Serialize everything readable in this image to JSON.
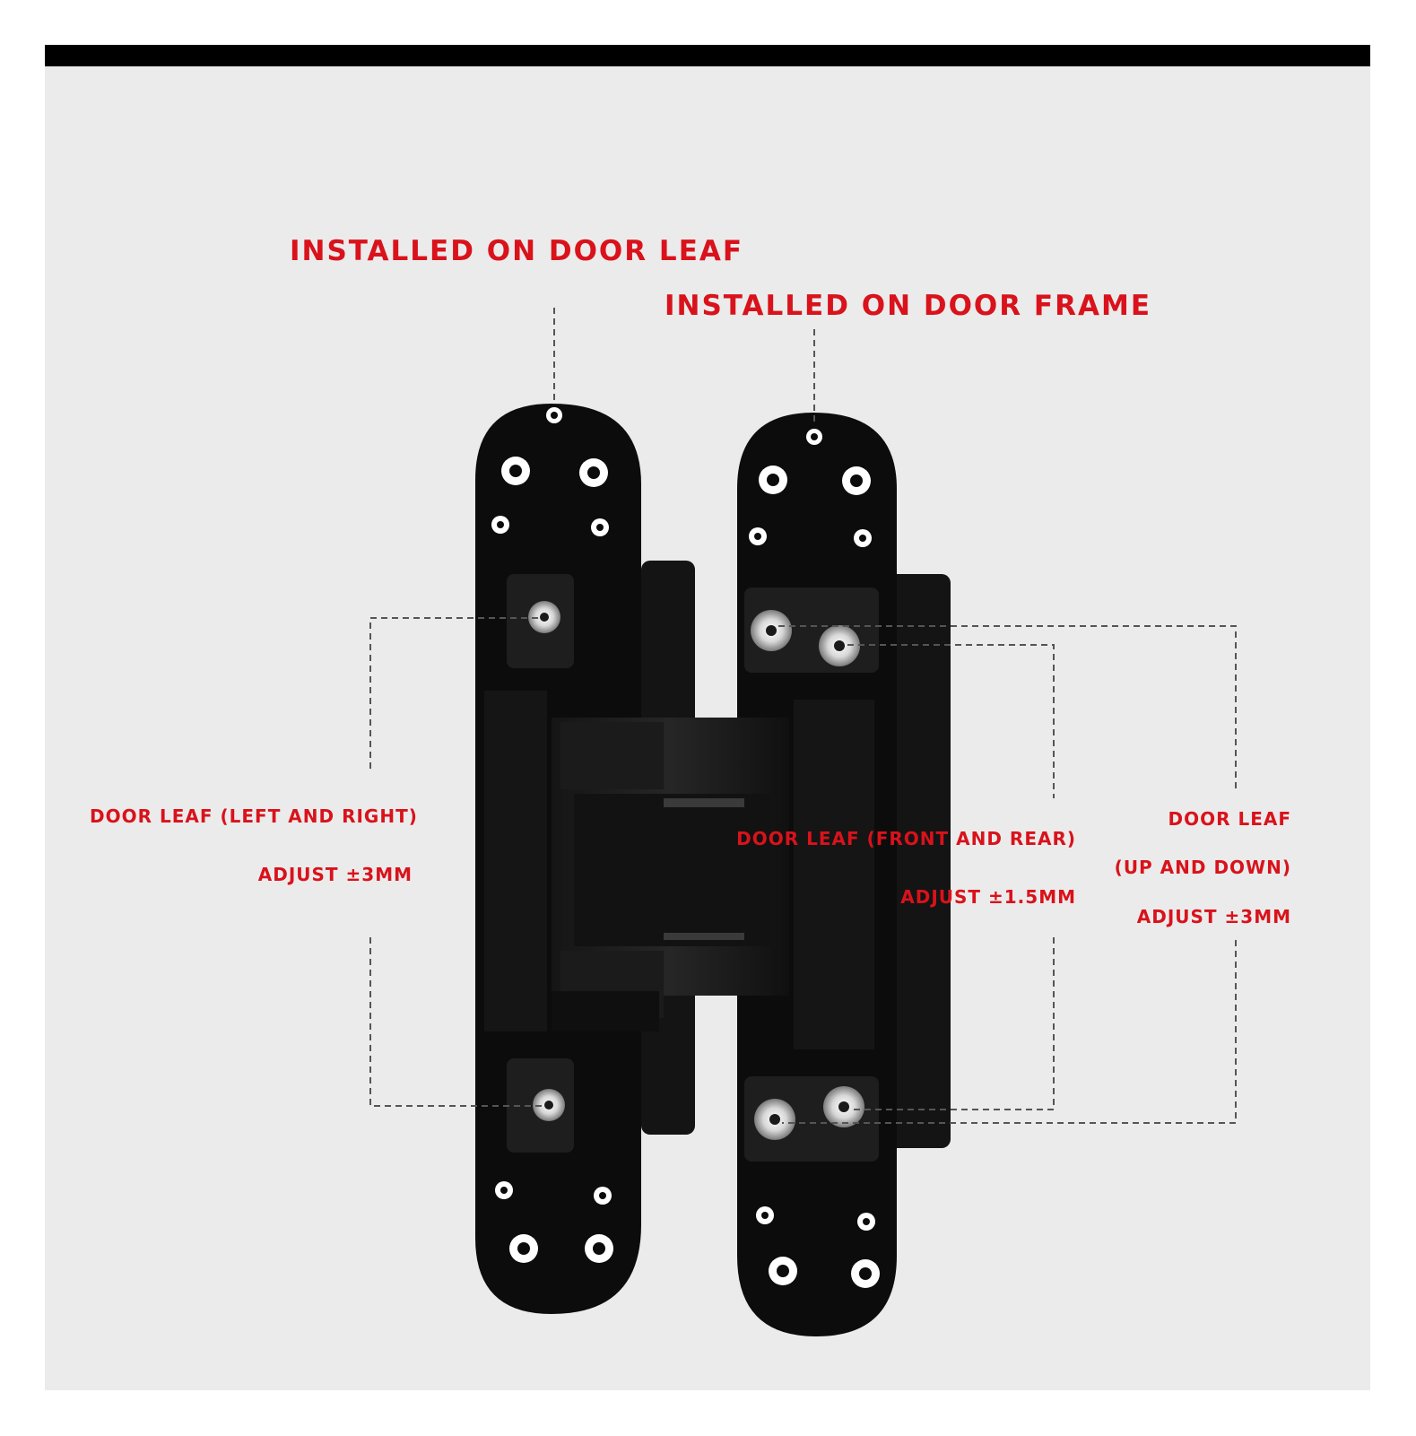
{
  "labels": {
    "door_leaf_install": "INSTALLED ON DOOR LEAF",
    "door_frame_install": "INSTALLED ON DOOR FRAME",
    "left_right_title": "DOOR LEAF (LEFT AND RIGHT)",
    "left_right_adjust": "ADJUST ±3MM",
    "front_rear_title": "DOOR LEAF (FRONT AND REAR)",
    "front_rear_adjust": "ADJUST ±1.5MM",
    "up_down_title": "DOOR LEAF",
    "up_down_sub": "(UP AND DOWN)",
    "up_down_adjust": "ADJUST ±3MM"
  },
  "colors": {
    "label_red": "#d9121b",
    "hinge_black": "#0c0c0c",
    "background": "#ebebeb",
    "dash": "#555555"
  }
}
